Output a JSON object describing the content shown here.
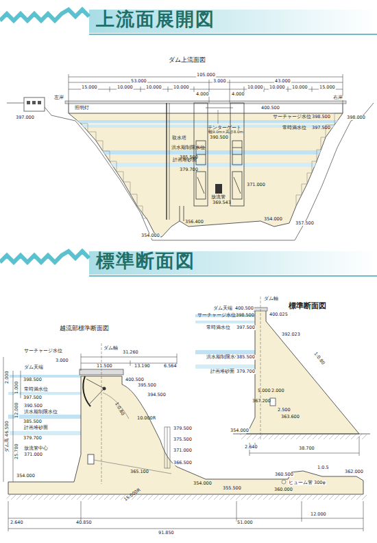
{
  "diagram": {
    "title": "上流面展開図",
    "labels": [
      "標準断面図",
      "ダム上流面図",
      "105.000",
      "53.000",
      "3.000",
      "43.000",
      "15.000",
      "10.000",
      "10.000",
      "10.000",
      "4.000",
      "4.000",
      "10.000",
      "10.000",
      "10.000",
      "15.000",
      "左岸",
      "右岸",
      "照明灯",
      "397.000",
      "398.000",
      "400.500",
      "サーチャージ水位",
      "398.500",
      "常時満水位",
      "397.500",
      "テンターゲート",
      "幅9.0m×高さ8.0m",
      "390.500",
      "取水塔",
      "洪水期制限水位",
      "385.500",
      "計画堆砂面",
      "379.700",
      "371.000",
      "放流管",
      "369.543",
      "356.400",
      "354.000",
      "357.500",
      "354.000",
      "ダム軸",
      "標準断面図",
      "ダム天端",
      "400.500",
      "400.025",
      "サーチャージ水位",
      "398.500",
      "常時満水位",
      "397.500",
      "392.023",
      "1:0.80",
      "洪水期制限水位",
      "385.500",
      "計画堆砂面",
      "379.700",
      "5.000",
      "2.000",
      "2.500",
      "367.200",
      "363.600",
      "354.000",
      "2.640",
      "38.700",
      "越流部標準断面図",
      "ダム軸",
      "31.260",
      "3.000",
      "11.500",
      "13.190",
      "6.564",
      "サーチャージ水位",
      "ダム天端",
      "398.500",
      "400.500",
      "常時満水位",
      "397.500",
      "395.500",
      "394.500",
      "390.500",
      "洪水期制限水位",
      "385.500",
      "計画堆砂面",
      "379.700",
      "放流管中心",
      "371.000",
      "379.500",
      "375.500",
      "371.000",
      "366.500",
      "1:0.80",
      "10.000R",
      "365.100",
      "15.000R",
      "ダム高 46.500",
      "12.000",
      "25.700",
      "2.000",
      "1.000",
      "354.000",
      "354.000",
      "355.500",
      "360.500",
      "ヒューム管 300φ",
      "360.000",
      "362.000",
      "1:0.5",
      "2.640",
      "40.850",
      "91.850",
      "51.000",
      "12.000"
    ]
  }
}
